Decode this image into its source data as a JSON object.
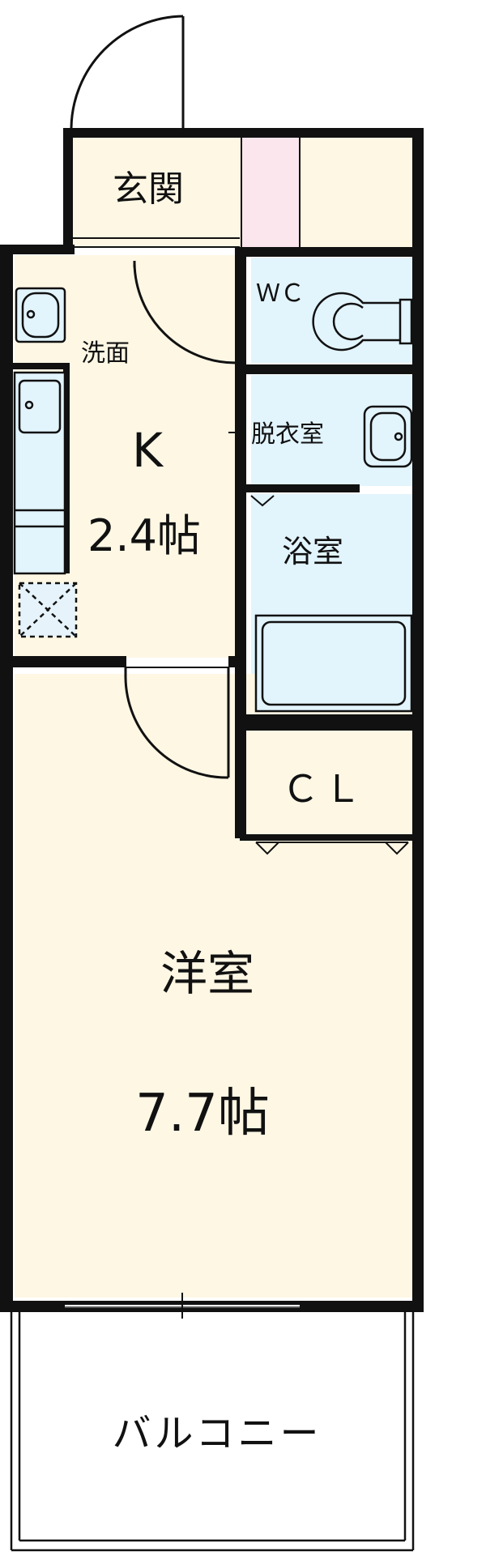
{
  "floor_plan": {
    "rooms": {
      "entrance": "玄関",
      "washroom": "洗面",
      "toilet": "ＷＣ",
      "dressing_room": "脱衣室",
      "bathroom": "浴室",
      "closet": "ＣＬ",
      "kitchen": {
        "name": "K",
        "size": "2.4帖"
      },
      "western_room": {
        "name": "洋室",
        "size": "7.7帖"
      },
      "balcony": "バルコニー"
    }
  },
  "colors": {
    "floor_cream": "#fdf7e4",
    "wet_area_blue": "#e2f4fc",
    "closet_pink": "#fce6ee",
    "wall": "#111111"
  }
}
